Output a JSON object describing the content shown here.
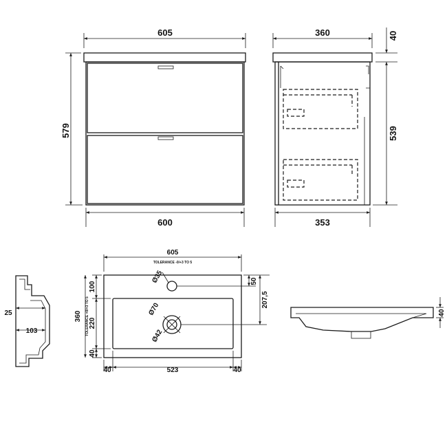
{
  "front_view": {
    "top_width": "605",
    "bottom_width": "600",
    "height": "579"
  },
  "side_view": {
    "top_depth": "360",
    "bottom_depth": "353",
    "top_thickness": "40",
    "body_height": "539"
  },
  "basin_plan": {
    "width": "605",
    "width_tolerance": "TOLERANCE -0/+3 TO 5",
    "depth": "360",
    "depth_tolerance": "TOLERANCE +0/+3 TO 5",
    "tap_hole_dia": "Ø35",
    "waste_dia": "Ø70",
    "waste_inner_dia": "Ø42",
    "tap_offset": "50",
    "waste_offset": "207,5",
    "rear_margin": "100",
    "bowl_depth": "220",
    "front_margin": "40",
    "left_margin": "40",
    "bowl_width": "523",
    "right_margin": "40"
  },
  "basin_section": {
    "height": "25",
    "width": "103"
  },
  "basin_side": {
    "thickness": "40"
  }
}
